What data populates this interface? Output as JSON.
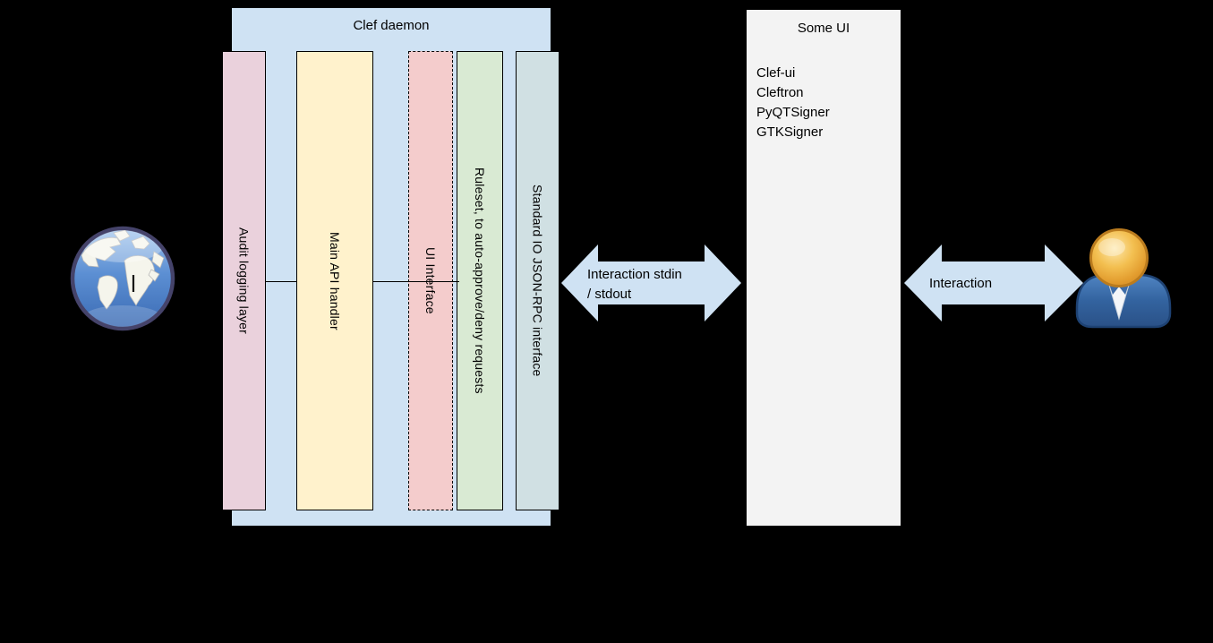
{
  "colors": {
    "bg": "#000000",
    "clef": "#cfe2f3",
    "audit": "#ead1dc",
    "api": "#fff2cc",
    "ui": "#f4cccc",
    "ruleset": "#d9ead3",
    "stdio": "#d0e0e3",
    "someui": "#f3f3f3",
    "arrow": "#cfe2f3",
    "line": "#000000"
  },
  "clef": {
    "title": "Clef daemon"
  },
  "layers": [
    {
      "label": "Audit logging layer"
    },
    {
      "label": "Main API handler"
    },
    {
      "label": "UI Interface"
    },
    {
      "label": "Ruleset, to auto-approve/deny requests"
    },
    {
      "label": "Standard IO JSON-RPC interface"
    }
  ],
  "some_ui": {
    "title": "Some UI",
    "items": [
      "Clef-ui",
      "Cleftron",
      "PyQTSigner",
      "GTKSigner"
    ]
  },
  "arrows": {
    "stdio_arrow": {
      "line1": "Interaction stdin",
      "line2": "/ stdout"
    },
    "user_arrow": {
      "label": "Interaction"
    }
  },
  "icons": {
    "globe": "globe-icon",
    "user": "user-icon"
  }
}
